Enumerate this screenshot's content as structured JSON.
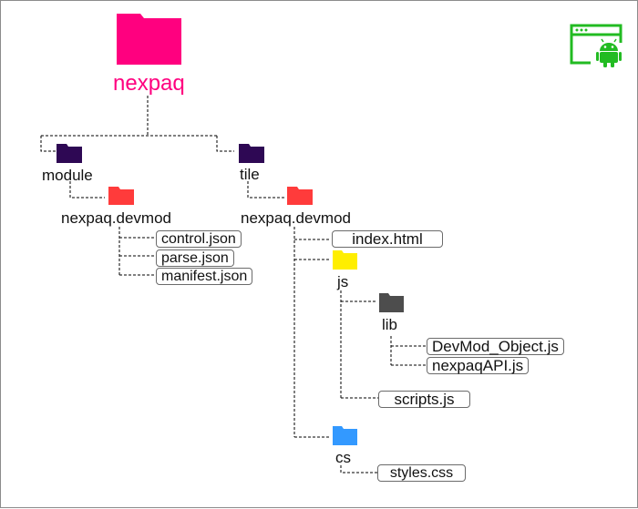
{
  "root": {
    "label": "nexpaq",
    "color": "#ff007f"
  },
  "folders": {
    "module": {
      "label": "module",
      "color": "#2e0854"
    },
    "tile": {
      "label": "tile",
      "color": "#2e0854"
    },
    "module_devmod": {
      "label": "nexpaq.devmod",
      "color": "#ff3b3b"
    },
    "tile_devmod": {
      "label": "nexpaq.devmod",
      "color": "#ff3b3b"
    },
    "js": {
      "label": "js",
      "color": "#ffee00"
    },
    "lib": {
      "label": "lib",
      "color": "#4d4d4d"
    },
    "cs": {
      "label": "cs",
      "color": "#3399ff"
    }
  },
  "files": {
    "control_json": "control.json",
    "parse_json": "parse.json",
    "manifest_json": "manifest.json",
    "index_html": "index.html",
    "devmod_object_js": "DevMod_Object.js",
    "nexpaqapi_js": "nexpaqAPI.js",
    "scripts_js": "scripts.js",
    "styles_css": "styles.css"
  },
  "platform_icon": {
    "name": "android-window-icon",
    "color": "#22bb22"
  }
}
